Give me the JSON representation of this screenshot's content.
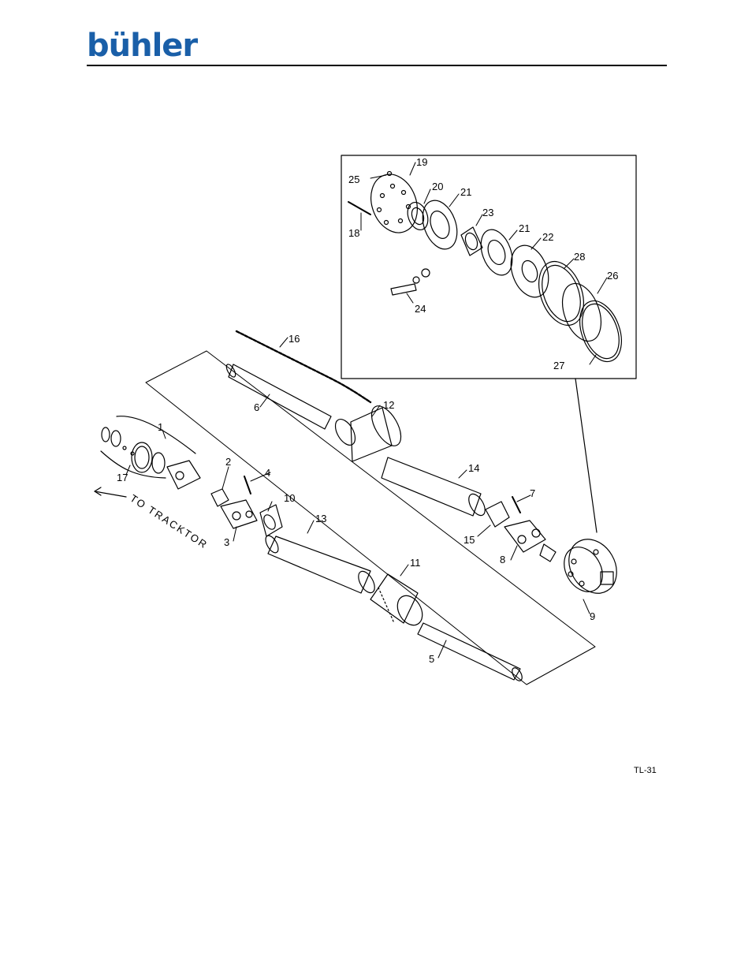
{
  "brand": {
    "logo_text": "bühler",
    "logo_color": "#1a5fa8"
  },
  "diagram": {
    "direction_label": "TO TRACKTOR",
    "callouts": [
      "1",
      "2",
      "3",
      "4",
      "5",
      "6",
      "7",
      "8",
      "9",
      "10",
      "11",
      "12",
      "13",
      "14",
      "15",
      "16",
      "17",
      "18",
      "19",
      "20",
      "21",
      "22",
      "23",
      "24",
      "25",
      "26",
      "27",
      "28"
    ],
    "inset_callouts": [
      "19",
      "20",
      "21",
      "21",
      "22",
      "23",
      "24",
      "25",
      "26",
      "27",
      "28",
      "18"
    ]
  },
  "figure_code": "TL-31"
}
